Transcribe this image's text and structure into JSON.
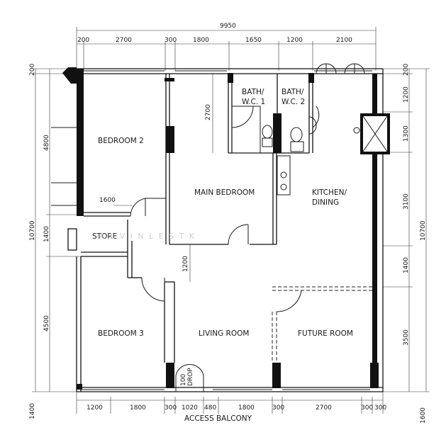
{
  "rooms": {
    "bedroom2": "BEDROOM 2",
    "bath1_line1": "BATH/",
    "bath1_line2": "W.C. 1",
    "bath2_line1": "BATH/",
    "bath2_line2": "W.C. 2",
    "main_bedroom": "MAIN BEDROOM",
    "kitchen_line1": "KITCHEN/",
    "kitchen_line2": "DINING",
    "store": "STORE",
    "bedroom3": "BEDROOM 3",
    "living_room": "LIVING ROOM",
    "future_room": "FUTURE ROOM",
    "drop": "DROP",
    "access_balcony": "ACCESS BALCONY"
  },
  "watermark": "A L V I N L E S T K",
  "dimensions": {
    "overall_width": "9950",
    "top": [
      "200",
      "2700",
      "300",
      "1800",
      "1650",
      "1200",
      "2100"
    ],
    "bottom": [
      "1200",
      "1800",
      "300",
      "1020",
      "480",
      "1800",
      "300",
      "2700",
      "300",
      "300"
    ],
    "bottom_drop": "100",
    "left_overall": "10700",
    "left": [
      "200",
      "4800",
      "1400",
      "4500"
    ],
    "left_bottom": "1400",
    "right_overall": "10700",
    "right": [
      "200",
      "1200",
      "1300",
      "3100",
      "1400",
      "3500"
    ],
    "right_bottom": "1600",
    "bath_height": "2700",
    "store_width": "1600",
    "corridor": "1200"
  }
}
